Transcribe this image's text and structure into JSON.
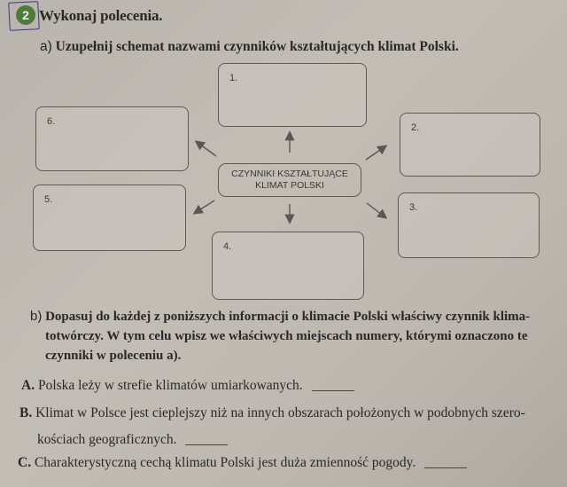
{
  "exercise": {
    "number": "2",
    "title": "Wykonaj polecenia.",
    "badge_color": "#4f7a3e"
  },
  "part_a": {
    "letter": "a)",
    "instruction": "Uzupełnij schemat nazwami czynników kształtujących klimat Polski."
  },
  "diagram": {
    "center_line1": "CZYNNIKI KSZTAŁTUJĄCE",
    "center_line2": "KLIMAT POLSKI",
    "boxes": [
      {
        "id": "1",
        "label": "1.",
        "value": ""
      },
      {
        "id": "2",
        "label": "2.",
        "value": ""
      },
      {
        "id": "3",
        "label": "3.",
        "value": ""
      },
      {
        "id": "4",
        "label": "4.",
        "value": ""
      },
      {
        "id": "5",
        "label": "5.",
        "value": ""
      },
      {
        "id": "6",
        "label": "6.",
        "value": ""
      }
    ]
  },
  "part_b": {
    "letter": "b)",
    "instruction_line1": "Dopasuj do każdej z poniższych informacji o klimacie Polski właściwy czynnik klima-",
    "instruction_line2": "totwórczy. W tym celu wpisz we właściwych miejscach numery, którymi oznaczono te",
    "instruction_line3": "czynniki w poleceniu a).",
    "items": [
      {
        "label": "A.",
        "text": "Polska leży w strefie klimatów umiarkowanych.",
        "answer": ""
      },
      {
        "label": "B.",
        "text_line1": "Klimat w Polsce jest cieplejszy niż na innych obszarach położonych w podobnych szero-",
        "text_line2": "kościach geograficznych.",
        "answer": ""
      },
      {
        "label": "C.",
        "text": "Charakterystyczną cechą klimatu Polski jest duża zmienność pogody.",
        "answer": ""
      }
    ]
  }
}
